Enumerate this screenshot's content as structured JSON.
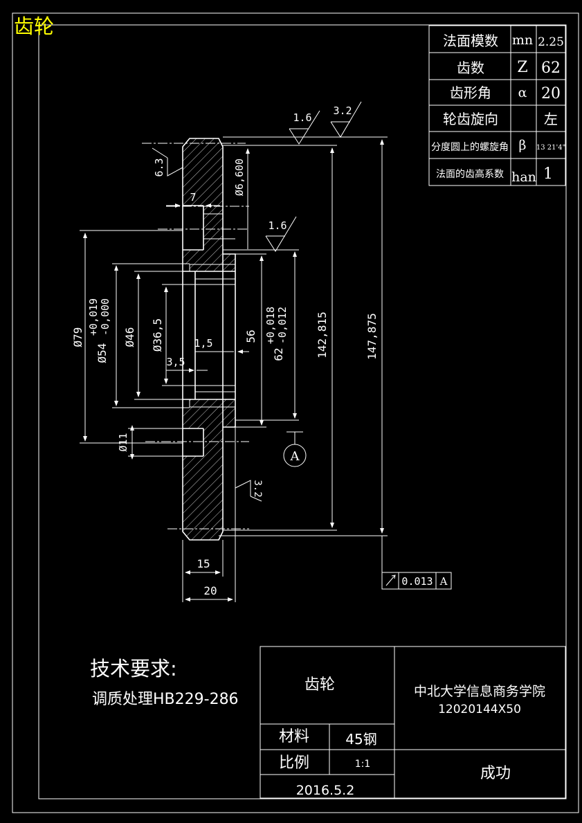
{
  "title": "齿轮",
  "param_table": [
    {
      "name": "法面模数",
      "symbol": "mn",
      "value": "2.25"
    },
    {
      "name": "齿数",
      "symbol": "Z",
      "value": "62"
    },
    {
      "name": "齿形角",
      "symbol": "α",
      "value": "20"
    },
    {
      "name": "轮齿旋向",
      "symbol": "",
      "value": "左"
    },
    {
      "name": "分度圆上的螺旋角",
      "symbol": "β",
      "value": "13 21'4\""
    },
    {
      "name": "法面的齿高系数",
      "symbol": "han",
      "value": "1"
    }
  ],
  "dimensions": {
    "d79": "Ø79",
    "d54": "Ø54",
    "d54_tol_upper": "+0,019",
    "d54_tol_lower": "-0,000",
    "d46": "Ø46",
    "d36": "Ø36,5",
    "d11": "Ø11",
    "d6": "Ø6,600",
    "d62": "62",
    "d62_tol_upper": "+0,018",
    "d62_tol_lower": "-0,012",
    "len56": "56",
    "len142": "142,815",
    "len147": "147,875",
    "len7": "7",
    "len15": "15",
    "len20": "20",
    "len1_5": "1,5",
    "len3_5": "3,5"
  },
  "roughness": {
    "r1": "1.6",
    "r2": "3.2",
    "r3": "6.3",
    "r4": "1.6",
    "r5": "3.2"
  },
  "datum": "A",
  "tolerance_frame": {
    "value": "0.013",
    "datum": "A"
  },
  "tech_requirements": {
    "heading": "技术要求:",
    "item": "调质处理HB229-286"
  },
  "title_block": {
    "part_name": "齿轮",
    "school": "中北大学信息商务学院",
    "code": "12020144X50",
    "material_label": "材料",
    "material_value": "45钢",
    "scale_label": "比例",
    "scale_value": "1:1",
    "date": "2016.5.2",
    "signoff": "成功"
  }
}
